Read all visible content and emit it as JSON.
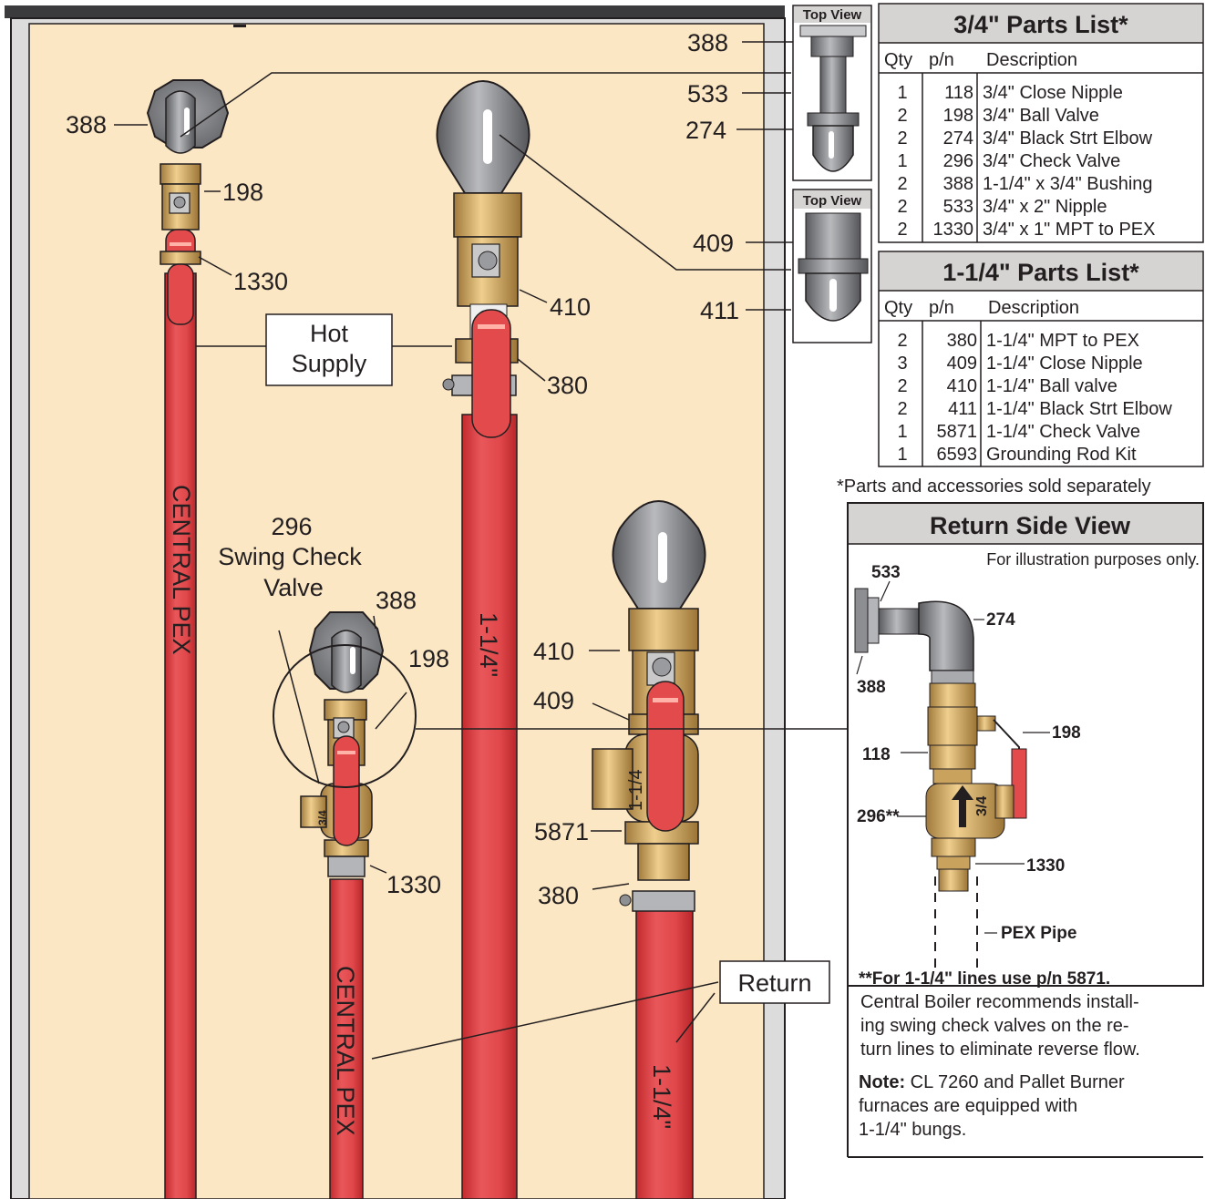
{
  "labels": {
    "hot_388": "388",
    "hot_198": "198",
    "hot_1330": "1330",
    "hot_supply_line1": "Hot",
    "hot_supply_line2": "Supply",
    "central_pex": "CENTRAL PEX",
    "big_410": "410",
    "big_380": "380",
    "size_114": "1-1/4\"",
    "tv1_388": "388",
    "tv1_533": "533",
    "tv1_274": "274",
    "tv2_409": "409",
    "tv2_411": "411",
    "top_view": "Top View",
    "swing_296": "296",
    "swing_line2": "Swing Check",
    "swing_line3": "Valve",
    "ret_388": "388",
    "ret_198": "198",
    "ret_1330": "1330",
    "ret_valve_mark": "3/4",
    "big_ret_410": "410",
    "big_ret_409": "409",
    "big_ret_5871": "5871",
    "big_ret_380": "380",
    "big_valve_mark": "1-1/4",
    "return": "Return"
  },
  "parts_34": {
    "title": "3/4\" Parts List*",
    "col_qty": "Qty",
    "col_pn": "p/n",
    "col_desc": "Description",
    "rows": [
      {
        "qty": "1",
        "pn": "118",
        "desc": "3/4\" Close Nipple"
      },
      {
        "qty": "2",
        "pn": "198",
        "desc": "3/4\" Ball Valve"
      },
      {
        "qty": "2",
        "pn": "274",
        "desc": "3/4\" Black Strt Elbow"
      },
      {
        "qty": "1",
        "pn": "296",
        "desc": "3/4\" Check Valve"
      },
      {
        "qty": "2",
        "pn": "388",
        "desc": "1-1/4\" x 3/4\" Bushing"
      },
      {
        "qty": "2",
        "pn": "533",
        "desc": "3/4\" x 2\" Nipple"
      },
      {
        "qty": "2",
        "pn": "1330",
        "desc": "3/4\" x 1\" MPT to PEX"
      }
    ]
  },
  "parts_114": {
    "title": "1-1/4\" Parts List*",
    "col_qty": "Qty",
    "col_pn": "p/n",
    "col_desc": "Description",
    "rows": [
      {
        "qty": "2",
        "pn": "380",
        "desc": "1-1/4\" MPT to PEX"
      },
      {
        "qty": "3",
        "pn": "409",
        "desc": "1-1/4\" Close Nipple"
      },
      {
        "qty": "2",
        "pn": "410",
        "desc": "1-1/4\" Ball valve"
      },
      {
        "qty": "2",
        "pn": "411",
        "desc": "1-1/4\" Black Strt Elbow"
      },
      {
        "qty": "1",
        "pn": "5871",
        "desc": "1-1/4\" Check Valve"
      },
      {
        "qty": "1",
        "pn": "6593",
        "desc": "Grounding Rod Kit"
      }
    ]
  },
  "footnote": "*Parts and accessories sold separately",
  "return_side": {
    "title": "Return Side View",
    "subtitle": "For illustration purposes only.",
    "l533": "533",
    "l274": "274",
    "l388": "388",
    "l198": "198",
    "l118": "118",
    "l296": "296**",
    "l1330": "1330",
    "pex": "PEX Pipe",
    "valve_mark": "3/4",
    "note1_bold": "**For 1-1/4\" lines use p/n 5871.",
    "note2_l1": "Central Boiler recommends install-",
    "note2_l2": "ing swing check valves on the re-",
    "note2_l3": "turn lines to eliminate reverse flow.",
    "note3_bold": "Note:",
    "note3_l1": " CL 7260 and Pallet Burner",
    "note3_l2": "furnaces are equipped with",
    "note3_l3": "1-1/4\" bungs."
  },
  "colors": {
    "panel": "#fbe7c4",
    "pipe_red": "#e0474a",
    "pipe_dark": "#c4262b",
    "brass": "#d9b070",
    "gray_fitting": "#7c7d80",
    "header_gray": "#d6d3d3"
  }
}
